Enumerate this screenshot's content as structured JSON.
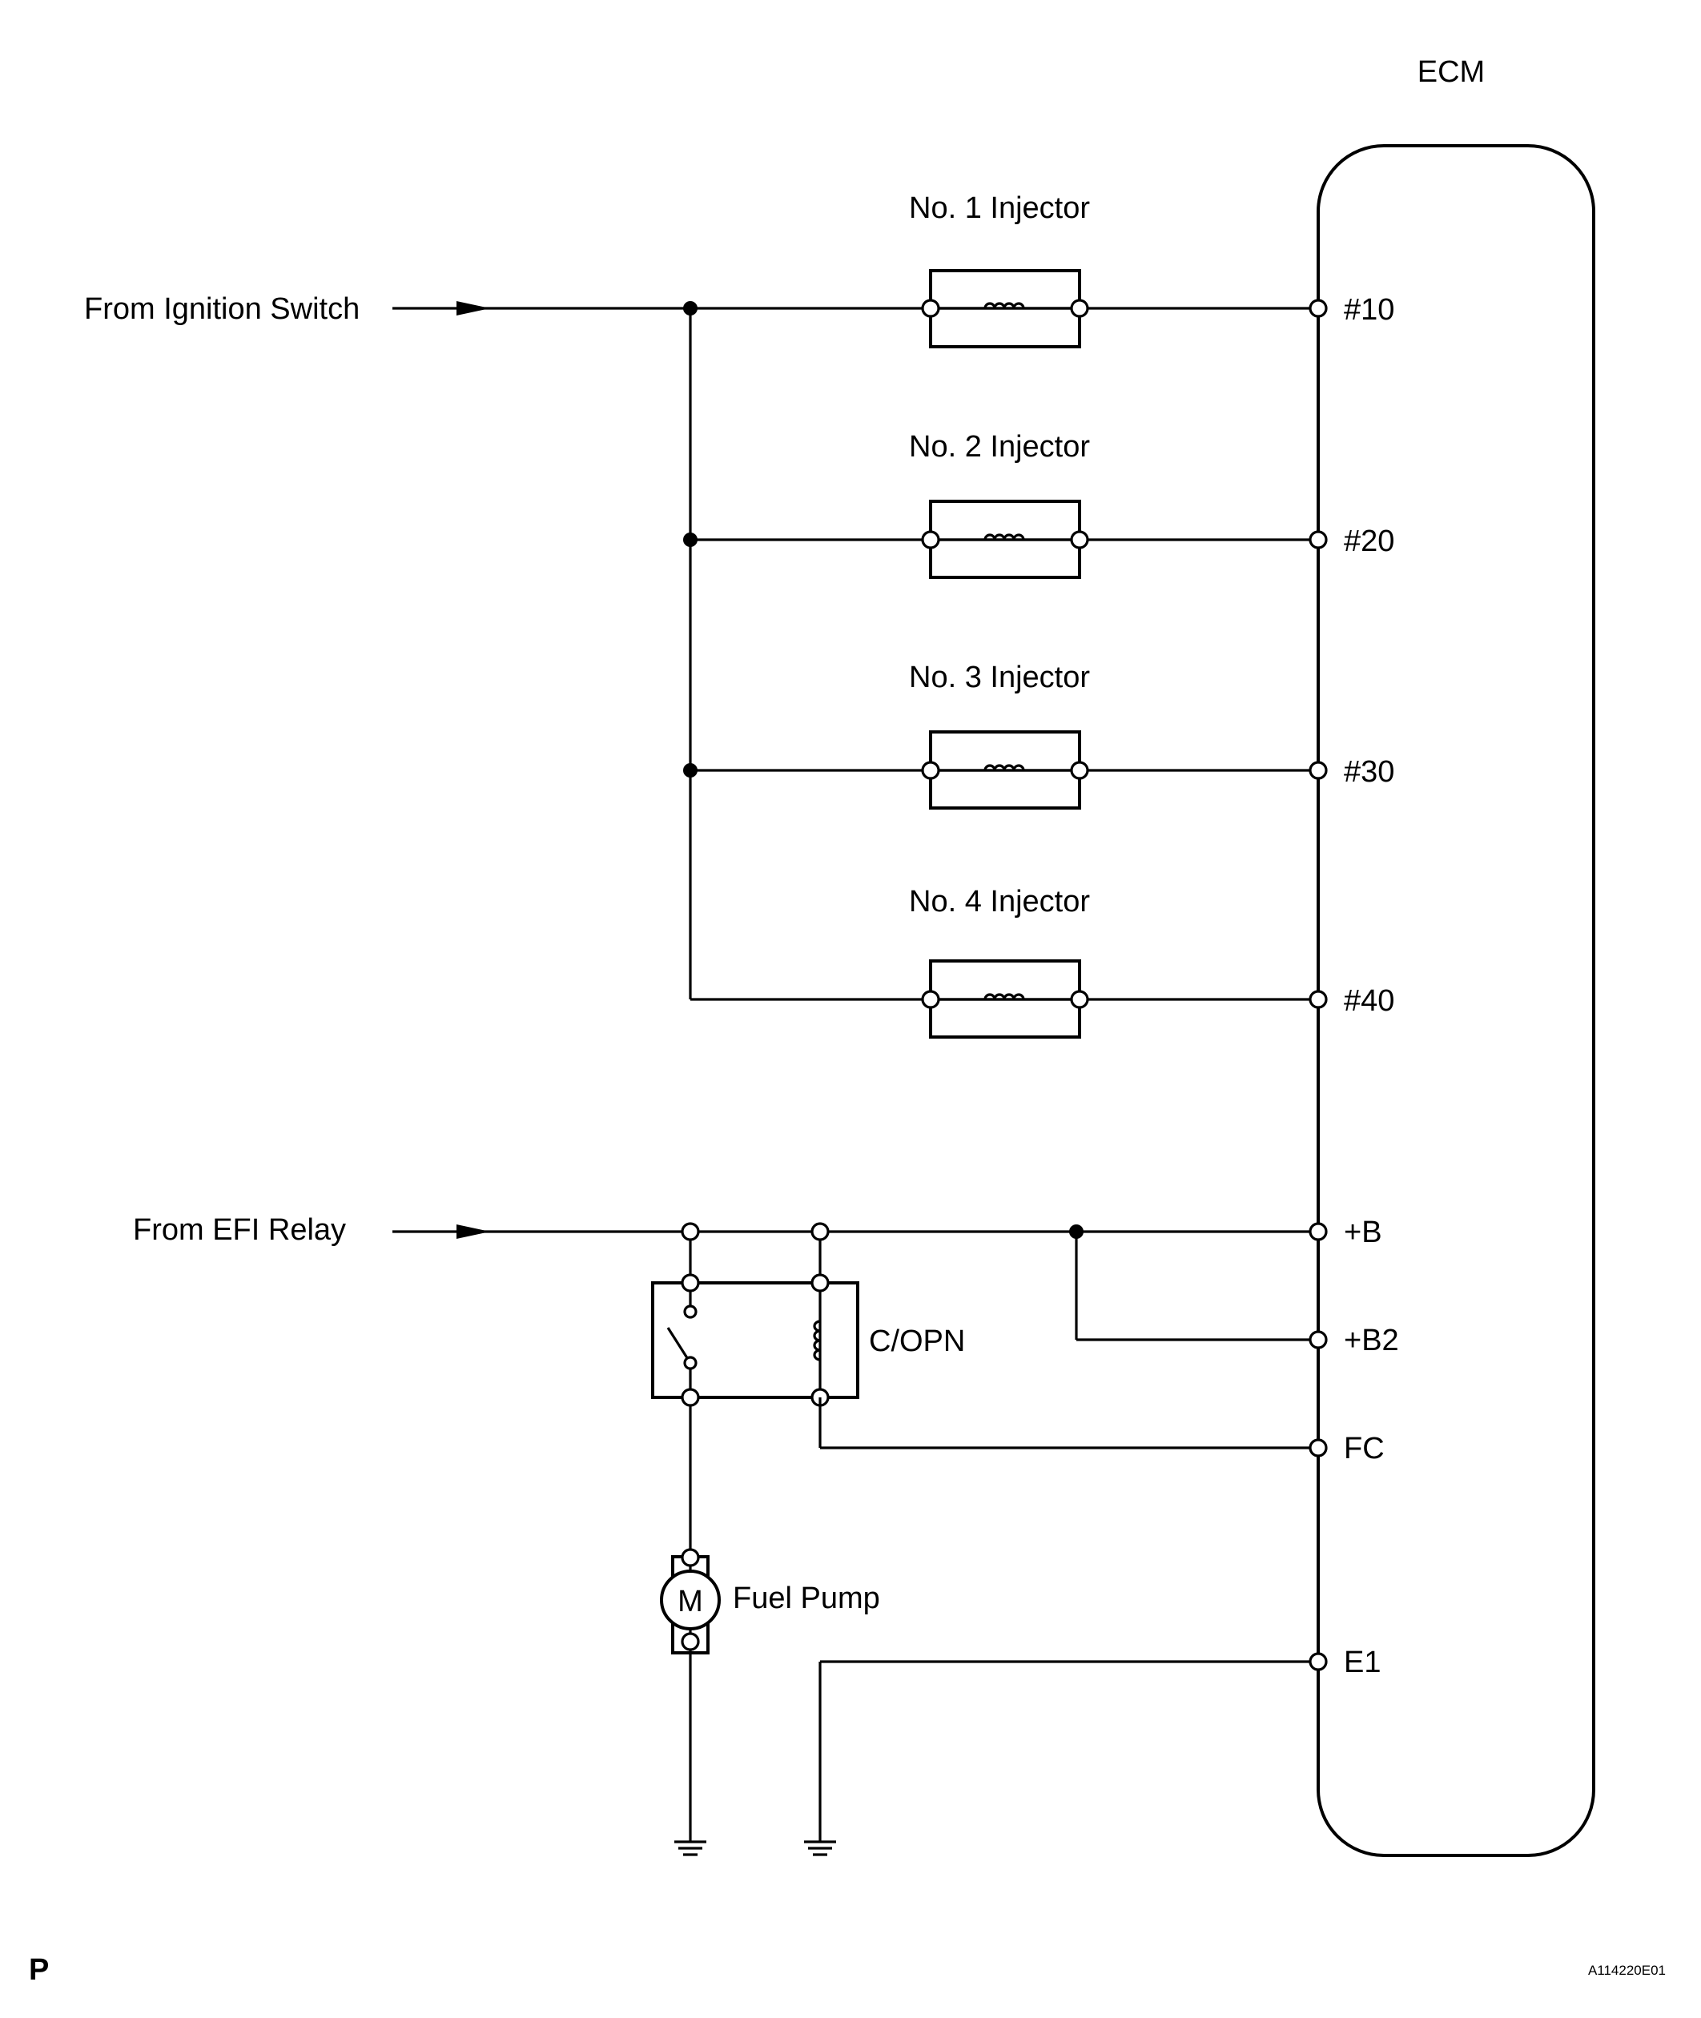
{
  "ecm": {
    "title": "ECM"
  },
  "inputs": {
    "ignition": "From Ignition Switch",
    "efi_relay": "From EFI Relay"
  },
  "injectors": [
    {
      "label": "No. 1 Injector",
      "pin": "#10"
    },
    {
      "label": "No. 2 Injector",
      "pin": "#20"
    },
    {
      "label": "No. 3 Injector",
      "pin": "#30"
    },
    {
      "label": "No. 4 Injector",
      "pin": "#40"
    }
  ],
  "pins": {
    "b": "+B",
    "b2": "+B2",
    "fc": "FC",
    "e1": "E1"
  },
  "relay": {
    "label": "C/OPN"
  },
  "pump": {
    "label": "Fuel Pump",
    "symbol": "M"
  },
  "footer": {
    "left": "P",
    "code": "A114220E01"
  }
}
